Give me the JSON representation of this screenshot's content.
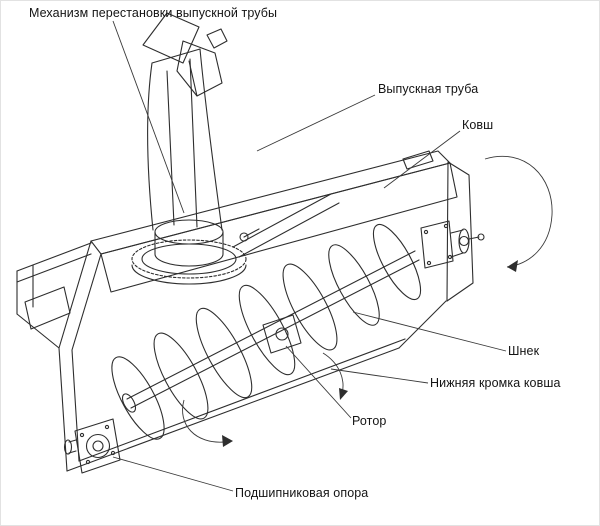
{
  "diagram": {
    "labels": {
      "mechanism": "Механизм перестановки выпускной трубы",
      "pipe": "Выпускная труба",
      "bucket": "Ковш",
      "auger": "Шнек",
      "lower_edge": "Нижняя кромка ковша",
      "rotor": "Ротор",
      "bearing": "Подшипниковая опора"
    }
  }
}
